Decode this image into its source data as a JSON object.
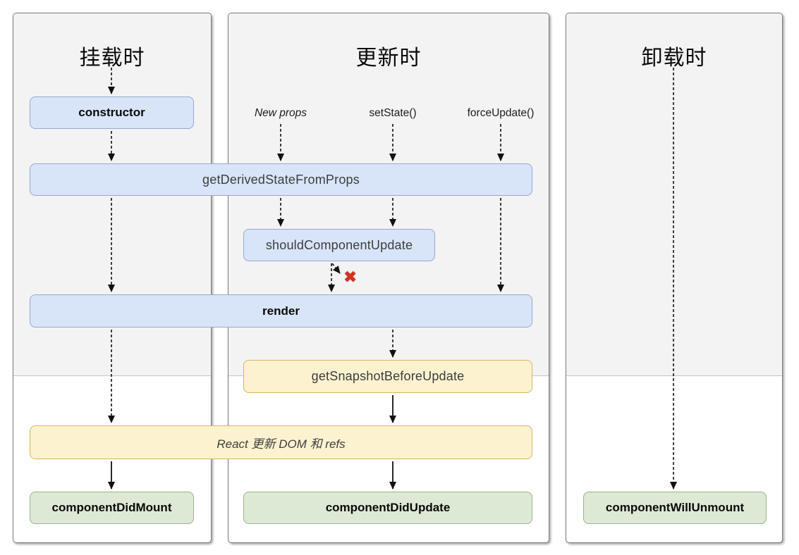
{
  "diagram": {
    "columns": [
      {
        "title": "挂载时"
      },
      {
        "title": "更新时"
      },
      {
        "title": "卸载时"
      }
    ],
    "triggers": {
      "new_props": "New props",
      "set_state": "setState()",
      "force_update": "forceUpdate()"
    },
    "boxes": {
      "ctor": "constructor",
      "get_derived_state_from_props": "getDerivedStateFromProps",
      "should_component_update": "shouldComponentUpdate",
      "render": "render",
      "get_snapshot_before_update": "getSnapshotBeforeUpdate",
      "react_updates": "React 更新 DOM 和 refs",
      "component_did_mount": "componentDidMount",
      "component_did_update": "componentDidUpdate",
      "component_will_unmount": "componentWillUnmount"
    },
    "icons": {
      "cancel": "✖"
    },
    "colors": {
      "box_blue_bg": "#d8e5f8",
      "box_blue_border": "#93a9d1",
      "box_yellow_bg": "#fdf2cf",
      "box_yellow_border": "#d8b55f",
      "box_green_bg": "#dde9d4",
      "box_green_border": "#97b489",
      "cancel_red": "#d03323",
      "phase_top_gray": "#f3f3f3"
    }
  }
}
